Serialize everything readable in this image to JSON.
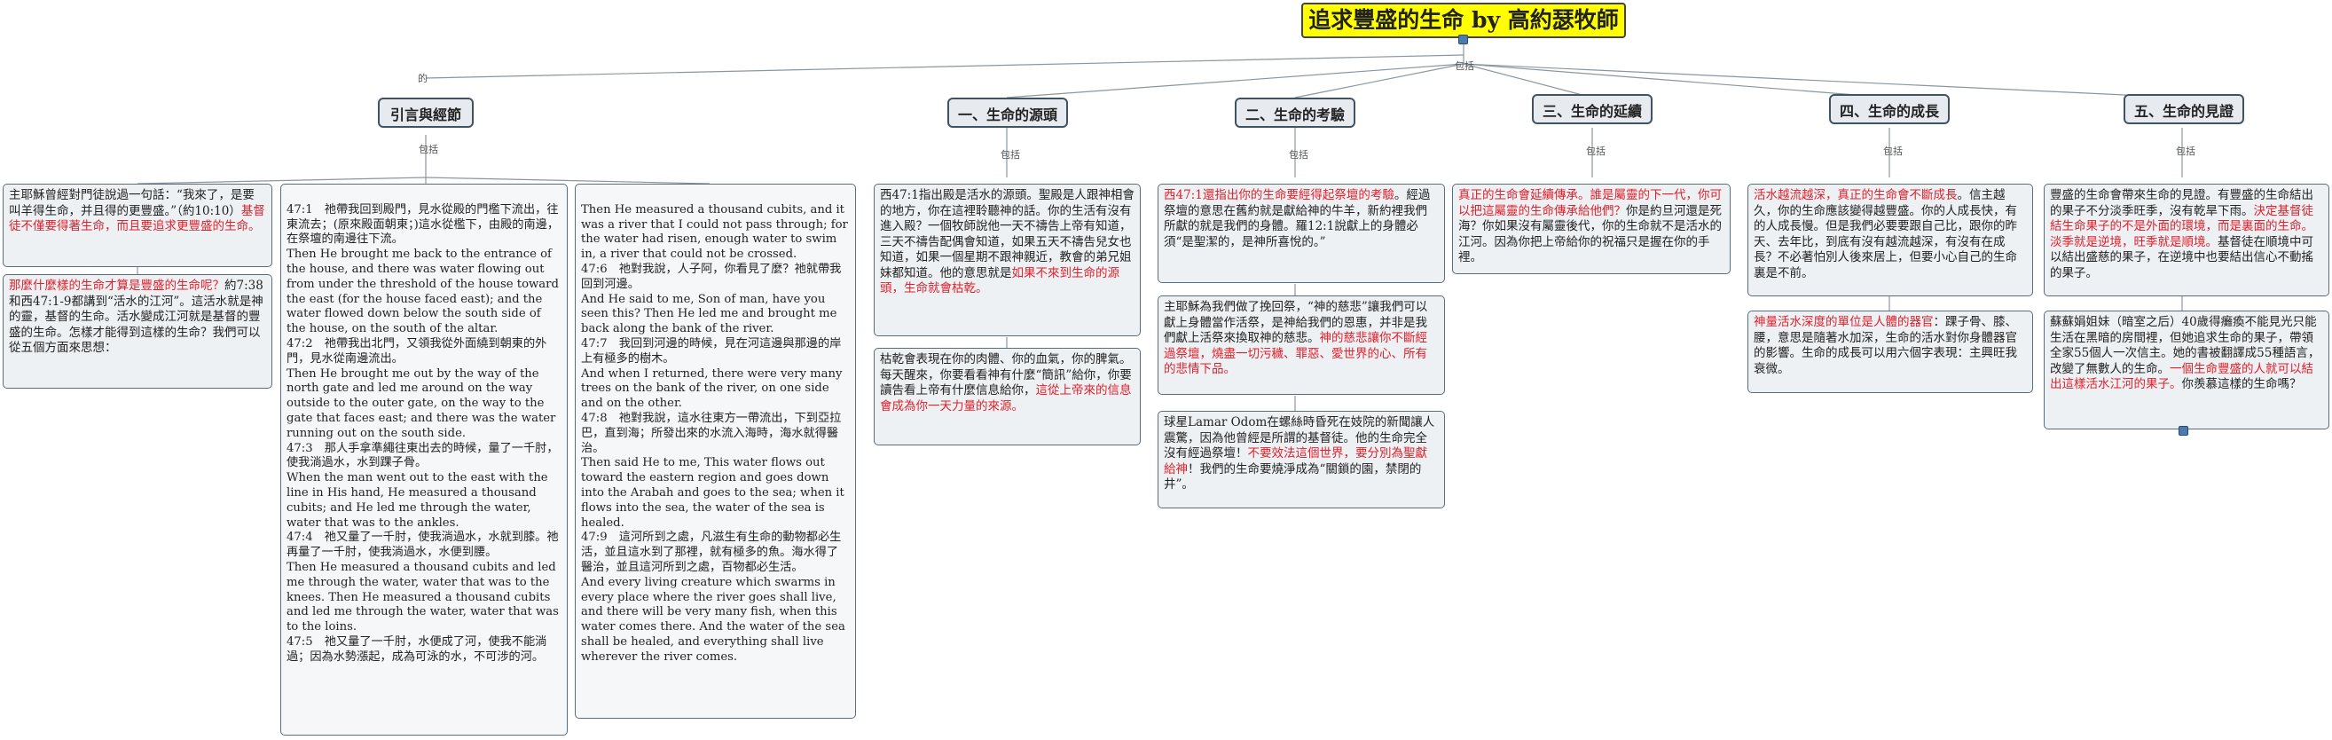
{
  "root": {
    "title": "追求豐盛的生命 by 高約瑟牧師"
  },
  "connectors": {
    "left": "的",
    "right": "包括",
    "below": "包括"
  },
  "intro": {
    "label": "引言與經節",
    "text1a": "主耶穌曾經對門徒說過一句話：“我來了，是要叫羊得生命，并且得的更豐盛。”（約10:10）",
    "text1b": "基督徒不僅要得著生命，而且要追求更豐盛的生命。",
    "text2a": "那麼什麼樣的生命才算是豐盛的生命呢？",
    "text2b": "約7:38和西47:1-9都講到“活水的江河”。這活水就是神的靈，基督的生命。活水變成江河就是基督的豐盛的生命。怎樣才能得到這樣的生命？我們可以從五個方面來思想：",
    "verses_zh_en": "47:1　祂帶我回到殿門，見水從殿的門檻下流出，往東流去；(原來殿面朝東；)這水從檻下，由殿的南邊，在祭壇的南邊往下流。\nThen He brought me back to the entrance of the house, and there was water flowing out from under the threshold of the house toward the east (for the house faced east); and the water flowed down below the south side of the house, on the south of the altar.\n47:2　祂帶我出北門，又領我從外面繞到朝東的外門，見水從南邊流出。\nThen He brought me out by the way of the north gate and led me around on the way outside to the outer gate, on the way to the gate that faces east; and there was the water running out on the south side.\n47:3　那人手拿準繩往東出去的時候，量了一千肘，使我淌過水，水到踝子骨。\nWhen the man went out to the east with the line in His hand, He measured a thousand cubits; and He led me through the water, water that was to the ankles.\n47:4　祂又量了一千肘，使我淌過水，水就到膝。祂再量了一千肘，使我淌過水，水便到腰。\nThen He measured a thousand cubits and led me through the water, water that was to the knees. Then He measured a thousand cubits and led me through the water, water that was to the loins.\n47:5　祂又量了一千肘，水便成了河，使我不能淌過；因為水勢漲起，成為可泳的水，不可涉的河。",
    "verses_en_zh": "Then He measured a thousand cubits, and it was a river that I could not pass through; for the water had risen, enough water to swim in, a river that could not be crossed.\n47:6　祂對我說，人子阿，你看見了麼？祂就帶我回到河邊。\nAnd He said to me, Son of man, have you seen this? Then He led me and brought me back along the bank of the river.\n47:7　我回到河邊的時候，見在河這邊與那邊的岸上有極多的樹木。\nAnd when I returned, there were very many trees on the bank of the river, on one side and on the other.\n47:8　祂對我說，這水往東方一帶流出，下到亞拉巴，直到海；所發出來的水流入海時，海水就得醫治。\nThen said He to me, This water flows out toward the eastern region and goes down into the Arabah and goes to the sea; when it flows into the sea, the water of the sea is healed.\n47:9　這河所到之處，凡滋生有生命的動物都必生活，並且這水到了那裡，就有極多的魚。海水得了醫治，並且這河所到之處，百物都必生活。\nAnd every living creature which swarms in every place where the river goes shall live, and there will be very many fish, when this water comes there. And the water of the sea shall be healed, and everything shall live wherever the river comes."
  },
  "sections": [
    {
      "label": "一、生命的源頭",
      "box1a": "西47:1指出殿是活水的源頭。聖殿是人跟神相會的地方，你在這裡聆聽神的話。你的生活有沒有進入殿？一個牧師說他一天不禱告上帝有知道，三天不禱告配偶會知道，如果五天不禱告兒女也知道，如果一個星期不跟神親近，教會的弟兄姐妹都知道。他的意思就是",
      "box1b": "如果不來到生命的源頭，生命就會枯乾。",
      "box2a": "枯乾會表現在你的肉體、你的血氣，你的脾氣。每天醒來，你要看看神有什麼“簡訊”給你，你要讀告看上帝有什麼信息給你，",
      "box2b": "這從上帝來的信息會成為你一天力量的來源。"
    },
    {
      "label": "二、生命的考驗",
      "box1a": "西47:1還指出你的生命要經得起祭壇的考驗",
      "box1b": "。經過祭壇的意思在舊約就是獻給神的牛羊，新約裡我們所獻的就是我們的身體。羅12:1說獻上的身體必須“是聖潔的，是神所喜悅的。”",
      "box2a": "主耶穌為我們做了挽回祭，“神的慈悲”讓我們可以獻上身體當作活祭，是神給我們的恩惠，并非是我們獻上活祭來換取神的慈悲。",
      "box2b": "神的慈悲讓你不斷經過祭壇，燒盡一切污穢、罪惡、愛世界的心、所有的悲情下品。",
      "box3a": "球星Lamar Odom在螺絲時昏死在妓院的新聞讓人震驚，因為他曾經是所謂的基督徒。他的生命完全沒有經過祭壇！",
      "box3b": "不要效法這個世界，要分別為聖獻給神",
      "box3c": "！我們的生命要燒淨成為“關鎖的園，禁閉的井”。"
    },
    {
      "label": "三、生命的延續",
      "box1a": "真正的生命會延續傳承。誰是屬靈的下一代，你可以把這屬靈的生命傳承給他們？",
      "box1b": "你是約旦河還是死海？你如果沒有屬靈後代，你的生命就不是活水的江河。因為你把上帝給你的祝福只是握在你的手裡。"
    },
    {
      "label": "四、生命的成長",
      "box1a": "活水越流越深，真正的生命會不斷成長",
      "box1b": "。信主越久，你的生命應該變得越豐盛。你的人成長快，有的人成長慢。但是我們必要要跟自己比，跟你的昨天、去年比，到底有沒有越流越深，有沒有在成長？不必著怕別人後來居上，但要小心自己的生命裏是不前。",
      "box2a": "神量活水深度的單位是人體的器官",
      "box2b": "：踝子骨、膝、腰，意思是隨著水加深，生命的活水對你身體器官的影響。生命的成長可以用六個字表現：主興旺我衰微。"
    },
    {
      "label": "五、生命的見證",
      "box1a": "豐盛的生命會帶來生命的見證。有豐盛的生命結出的果子不分淡季旺季，沒有乾旱下雨。",
      "box1b": "決定基督徒結生命果子的不是外面的環境，而是裏面的生命。淡季就是逆境，旺季就是順境。",
      "box1c": "基督徒在順境中可以結出盛慈的果子，在逆境中也要結出信心不動搖的果子。",
      "box2a": "蘇蘇娟姐妹（暗室之后）40歲得癱瘓不能見光只能生活在黑暗的房間裡，但她追求生命的果子，帶領全家55個人一次信主。她的書被翻譯成55種語言，改變了無數人的生命。",
      "box2b": "一個生命豐盛的人就可以結出這樣活水江河的果子。",
      "box2c": "你羨慕這樣的生命嗎？"
    }
  ],
  "colors": {
    "root_fill": "#ffff00",
    "accent_red": "#e0202a",
    "box_fill": "#eef1f4",
    "line": "#8a96a0"
  },
  "icons": [
    "expand-toggle-icon"
  ]
}
